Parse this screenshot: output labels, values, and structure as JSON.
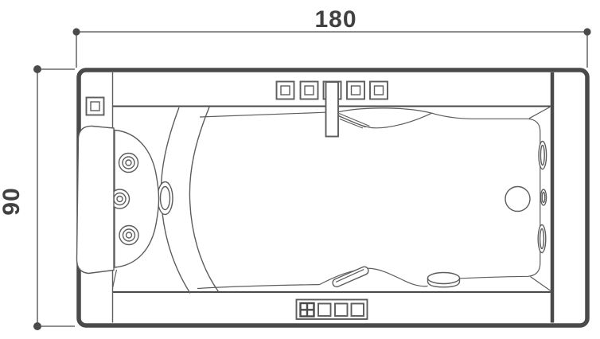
{
  "diagram": {
    "type": "technical-drawing",
    "subject": "whirlpool-bathtub-top-view",
    "dimensions": {
      "width": "180",
      "height": "90"
    },
    "colors": {
      "line": "#4a4a4a",
      "thin": "#5d5d5d",
      "text": "#414141",
      "background": "#ffffff"
    },
    "parts": {
      "outer_shell": "bathtub outer rim",
      "faucet_deck": "five square deck buttons with waterfall spout",
      "headrest": "headrest pillow",
      "back_jets": "three round hydro jets",
      "side_oval_jet": "oval seat jet",
      "wall_jets": "three flush wall jets (right)",
      "drain": "round drain",
      "grab_rail": "angled floor rail",
      "drain_knob": "pop-up drain knob",
      "control_panel": "four-button control panel"
    }
  }
}
